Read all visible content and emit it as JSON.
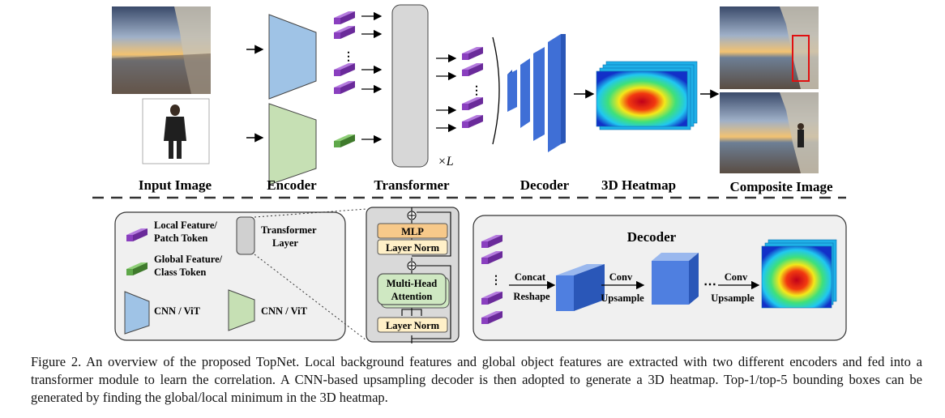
{
  "top_labels": {
    "input_image": "Input Image",
    "encoder": "Encoder",
    "transformer": "Transformer",
    "repeat": "×L",
    "decoder": "Decoder",
    "heatmap": "3D Heatmap",
    "composite": "Composite Image"
  },
  "legend": {
    "local_feature": "Local Feature/",
    "patch_token": "Patch Token",
    "global_feature": "Global Feature/",
    "class_token": "Class Token",
    "transformer_layer_1": "Transformer",
    "transformer_layer_2": "Layer",
    "cnn_vit_1": "CNN / ViT",
    "cnn_vit_2": "CNN / ViT"
  },
  "transformer_layer": {
    "mlp": "MLP",
    "layer_norm_top": "Layer Norm",
    "mha_line1": "Multi-Head",
    "mha_line2": "Attention",
    "layer_norm_bottom": "Layer Norm"
  },
  "decoder_detail": {
    "title": "Decoder",
    "concat": "Concat",
    "reshape": "Reshape",
    "conv1": "Conv",
    "upsample1": "Upsample",
    "dots": "⋯",
    "conv2": "Conv",
    "upsample2": "Upsample"
  },
  "caption": "Figure 2. An overview of the proposed TopNet. Local background features and global object features are extracted with two different encoders and fed into a transformer module to learn the correlation. A CNN-based upsampling decoder is then adopted to generate a 3D heatmap. Top-1/top-5 bounding boxes can be generated by finding the global/local minimum in the 3D heatmap.",
  "colors": {
    "token_purple": "#8a3fbf",
    "token_green": "#5fa84a",
    "encoder_blue": "#9fc3e6",
    "encoder_green": "#c6e0b4",
    "decoder_blue": "#3f6fd6",
    "mlp_orange": "#f7c98a",
    "norm_yellow": "#fff0c8",
    "attention_green": "#cfe8c2",
    "panel_gray": "#f0f0f0"
  }
}
